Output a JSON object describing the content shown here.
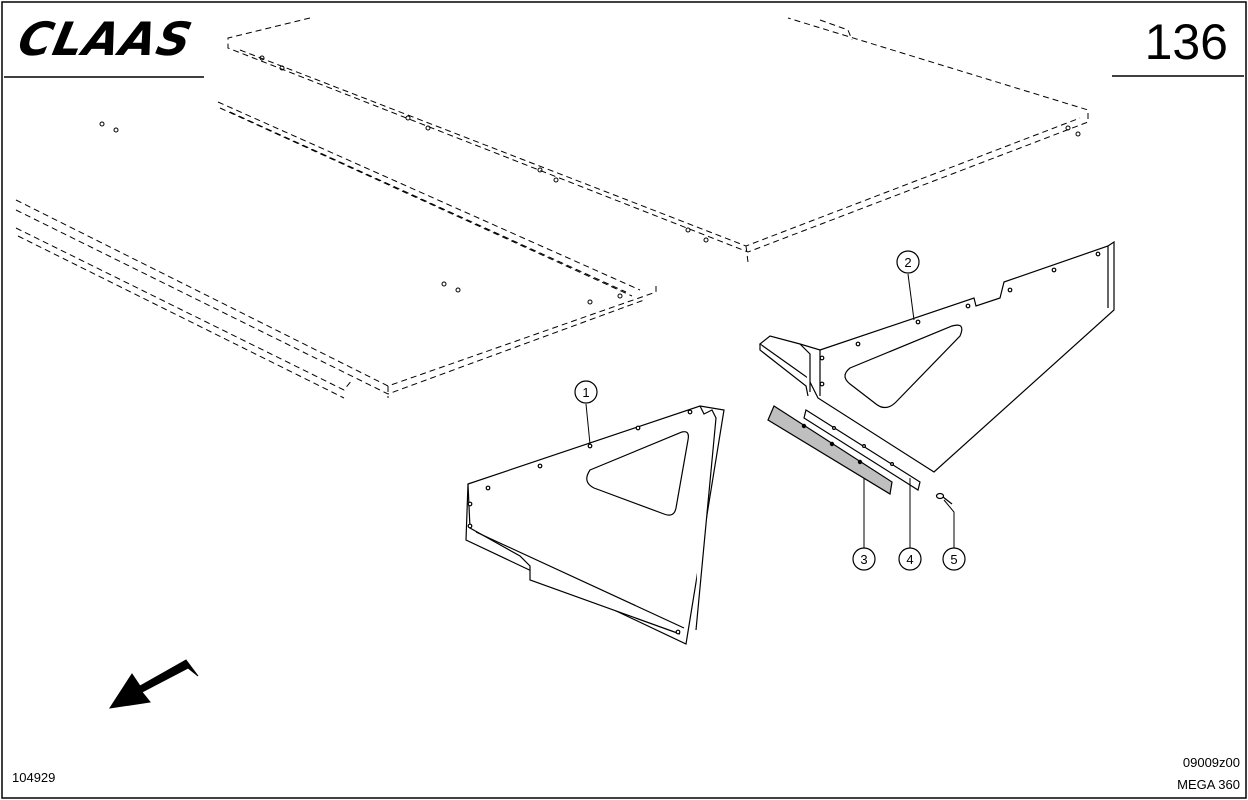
{
  "header": {
    "brand": "CLAAS",
    "page_number": "136"
  },
  "footer": {
    "doc_id": "104929",
    "drawing_code": "09009z00",
    "model": "MEGA 360"
  },
  "callouts": [
    {
      "label": "1"
    },
    {
      "label": "2"
    },
    {
      "label": "3"
    },
    {
      "label": "4"
    },
    {
      "label": "5"
    }
  ],
  "icons": {
    "direction_arrow": "arrow-down-left-icon"
  }
}
